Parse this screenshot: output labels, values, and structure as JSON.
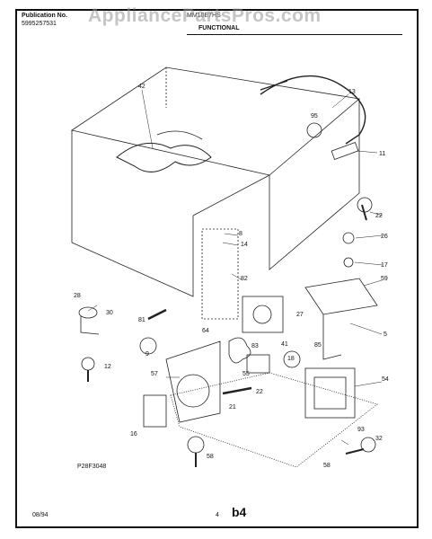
{
  "header": {
    "publication_label": "Publication No.",
    "publication_number": "5995257531",
    "model": "MM10E7HS",
    "section_title": "FUNCTIONAL"
  },
  "watermark": "AppliancePartsPros.com",
  "footer": {
    "date": "08/94",
    "page_number": "4",
    "page_letter": "b4",
    "figure_code": "P28F3048"
  },
  "callouts": [
    "42",
    "13",
    "95",
    "11",
    "22",
    "26",
    "17",
    "59",
    "5",
    "8",
    "14",
    "82",
    "28",
    "30",
    "81",
    "64",
    "27",
    "9",
    "12",
    "83",
    "41",
    "85",
    "18",
    "54",
    "57",
    "55",
    "22",
    "21",
    "16",
    "93",
    "32",
    "58"
  ]
}
